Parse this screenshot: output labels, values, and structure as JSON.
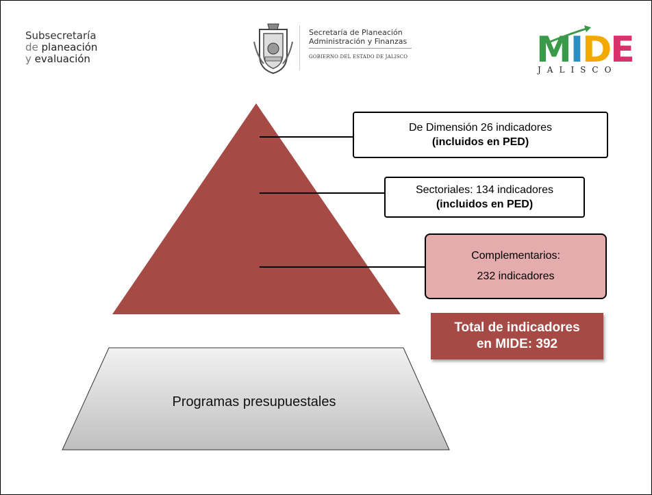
{
  "header": {
    "sub_logo": {
      "line1": "Subsecretaría",
      "line2_light": "de",
      "line2_dark": "planeación",
      "line3_light": "y",
      "line3_dark": "evaluación"
    },
    "gov_logo": {
      "line1": "Secretaría de Planeación",
      "line2": "Administración y Finanzas",
      "line3": "GOBIERNO DEL ESTADO DE JALISCO"
    },
    "mide_logo": {
      "letters": [
        "M",
        "I",
        "D",
        "E"
      ],
      "subtitle": "JALISCO"
    }
  },
  "diagram": {
    "boxes": {
      "dimension": {
        "line1": "De Dimensión 26 indicadores",
        "line2": "(incluidos en PED)"
      },
      "sectoriales": {
        "line1": "Sectoriales: 134 indicadores",
        "line2": "(incluidos en PED)"
      },
      "complementarios": {
        "line1": "Complementarios:",
        "line2": "232 indicadores"
      }
    },
    "total": {
      "line1": "Total de indicadores",
      "line2": "en MIDE: 392"
    },
    "base_label": "Programas presupuestales"
  },
  "colors": {
    "pyramid": "#a54a45",
    "complementarios_fill": "#e4acac",
    "base_fill_top": "#f2f2f2",
    "base_fill_bottom": "#bfbfbf",
    "mide_green": "#3a9a4a",
    "mide_blue": "#2b8fc2",
    "mide_yellow": "#f2a900",
    "mide_pink": "#d8326a"
  }
}
